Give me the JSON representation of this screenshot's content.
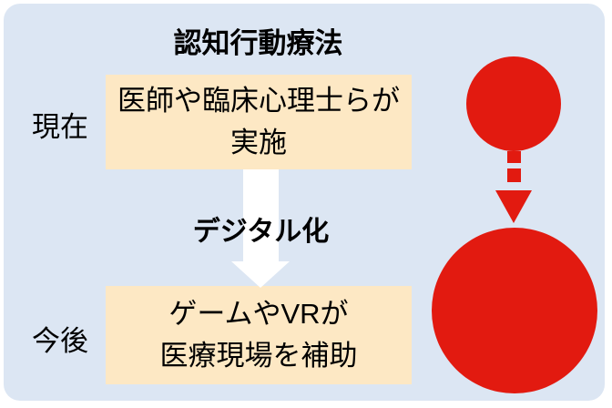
{
  "colors": {
    "page_background": "#ffffff",
    "panel_background": "#dce6f3",
    "box_background": "#fde8c4",
    "accent_red": "#e21a10",
    "arrow_white": "#ffffff",
    "text": "#000000"
  },
  "diagram": {
    "title": "認知行動療法",
    "transition_label": "デジタル化",
    "rows": [
      {
        "label": "現在",
        "box_line1": "医師や臨床心理士らが",
        "box_line2": "実施"
      },
      {
        "label": "今後",
        "box_line1": "ゲームやVRが",
        "box_line2": "医療現場を補助"
      }
    ],
    "icons": {
      "transition_arrow": "white-down-arrow-icon",
      "scale_arrow": "red-dashed-down-arrow-icon",
      "present_scale": "small-red-circle",
      "future_scale": "large-red-circle"
    }
  }
}
